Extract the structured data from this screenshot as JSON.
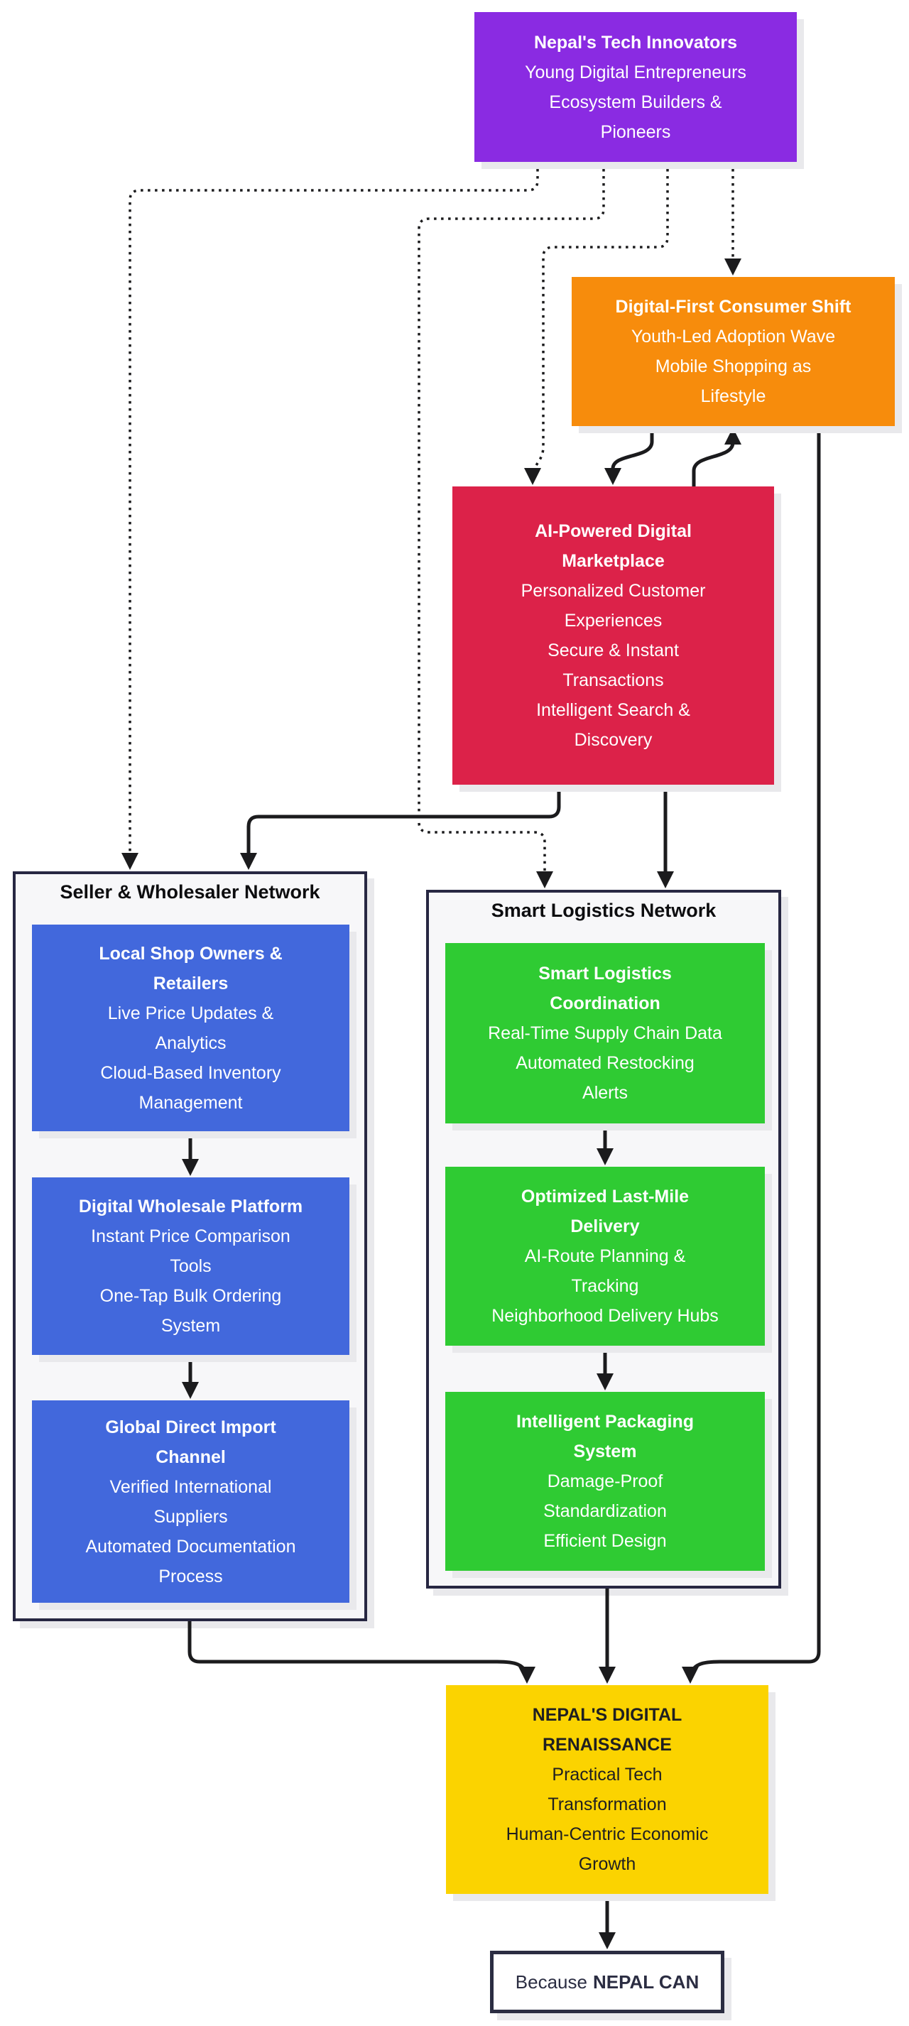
{
  "diagram": {
    "title": "Nepal digital commerce ecosystem flowchart",
    "colors": {
      "innovators_purple": "#8a2be2",
      "consumer_orange": "#f78c0c",
      "marketplace_crimson": "#dc2249",
      "seller_blue": "#4268dc",
      "logistics_green": "#2fcb33",
      "renaissance_yellow": "#fbd300",
      "cluster_border_navy": "#272742",
      "cluster_background": "#f7f7f9",
      "edge_black": "#1b1b1d",
      "terminal_navy": "#2b2d42"
    },
    "nodes": {
      "innovators": {
        "title_lines": [
          "Nepal's Tech Innovators"
        ],
        "lines": [
          "Young Digital Entrepreneurs",
          "Ecosystem Builders &",
          "Pioneers"
        ],
        "color": "#8a2be2"
      },
      "consumer_shift": {
        "title_lines": [
          "Digital-First Consumer Shift"
        ],
        "lines": [
          "Youth-Led Adoption Wave",
          "Mobile Shopping as",
          "Lifestyle"
        ],
        "color": "#f78c0c"
      },
      "marketplace": {
        "title_lines": [
          "AI-Powered Digital",
          "Marketplace"
        ],
        "lines": [
          "Personalized Customer",
          "Experiences",
          "Secure & Instant",
          "Transactions",
          "Intelligent Search &",
          "Discovery"
        ],
        "color": "#dc2249"
      },
      "local_shop": {
        "title_lines": [
          "Local Shop Owners &",
          "Retailers"
        ],
        "lines": [
          "Live Price Updates &",
          "Analytics",
          "Cloud-Based Inventory",
          "Management"
        ],
        "color": "#4268dc"
      },
      "wholesale_platform": {
        "title_lines": [
          "Digital Wholesale Platform"
        ],
        "lines": [
          "Instant Price Comparison",
          "Tools",
          "One-Tap Bulk Ordering",
          "System"
        ],
        "color": "#4268dc"
      },
      "import_channel": {
        "title_lines": [
          "Global Direct Import",
          "Channel"
        ],
        "lines": [
          "Verified International",
          "Suppliers",
          "Automated Documentation",
          "Process"
        ],
        "color": "#4268dc"
      },
      "logistics_coordination": {
        "title_lines": [
          "Smart Logistics",
          "Coordination"
        ],
        "lines": [
          "Real-Time Supply Chain Data",
          "Automated Restocking",
          "Alerts"
        ],
        "color": "#2fcb33"
      },
      "last_mile_delivery": {
        "title_lines": [
          "Optimized Last-Mile",
          "Delivery"
        ],
        "lines": [
          "AI-Route Planning &",
          "Tracking",
          "Neighborhood Delivery Hubs"
        ],
        "color": "#2fcb33"
      },
      "packaging_system": {
        "title_lines": [
          "Intelligent Packaging",
          "System"
        ],
        "lines": [
          "Damage-Proof",
          "Standardization",
          "Efficient Design"
        ],
        "color": "#2fcb33"
      },
      "renaissance": {
        "title_lines": [
          "NEPAL'S DIGITAL",
          "RENAISSANCE"
        ],
        "lines": [
          "Practical Tech",
          "Transformation",
          "Human-Centric Economic",
          "Growth"
        ],
        "color": "#fbd300"
      },
      "because": {
        "prefix": "Because",
        "bold": "NEPAL CAN"
      }
    },
    "containers": {
      "seller": {
        "label": "Seller & Wholesaler Network"
      },
      "logistics": {
        "label": "Smart Logistics Network"
      }
    },
    "edges": [
      {
        "from": "innovators",
        "to": "seller_network",
        "style": "dotted"
      },
      {
        "from": "innovators",
        "to": "logistics_network",
        "style": "dotted"
      },
      {
        "from": "innovators",
        "to": "marketplace",
        "style": "dotted"
      },
      {
        "from": "innovators",
        "to": "consumer_shift",
        "style": "dotted"
      },
      {
        "from": "consumer_shift",
        "to": "marketplace",
        "style": "solid"
      },
      {
        "from": "marketplace",
        "to": "consumer_shift",
        "style": "solid"
      },
      {
        "from": "consumer_shift",
        "to": "renaissance",
        "style": "solid"
      },
      {
        "from": "marketplace",
        "to": "seller_network",
        "style": "solid"
      },
      {
        "from": "marketplace",
        "to": "logistics_network",
        "style": "solid"
      },
      {
        "from": "local_shop",
        "to": "wholesale_platform",
        "style": "solid"
      },
      {
        "from": "wholesale_platform",
        "to": "import_channel",
        "style": "solid"
      },
      {
        "from": "logistics_coordination",
        "to": "last_mile_delivery",
        "style": "solid"
      },
      {
        "from": "last_mile_delivery",
        "to": "packaging_system",
        "style": "solid"
      },
      {
        "from": "seller_network",
        "to": "renaissance",
        "style": "solid"
      },
      {
        "from": "logistics_network",
        "to": "renaissance",
        "style": "solid"
      },
      {
        "from": "renaissance",
        "to": "because",
        "style": "solid"
      }
    ]
  }
}
